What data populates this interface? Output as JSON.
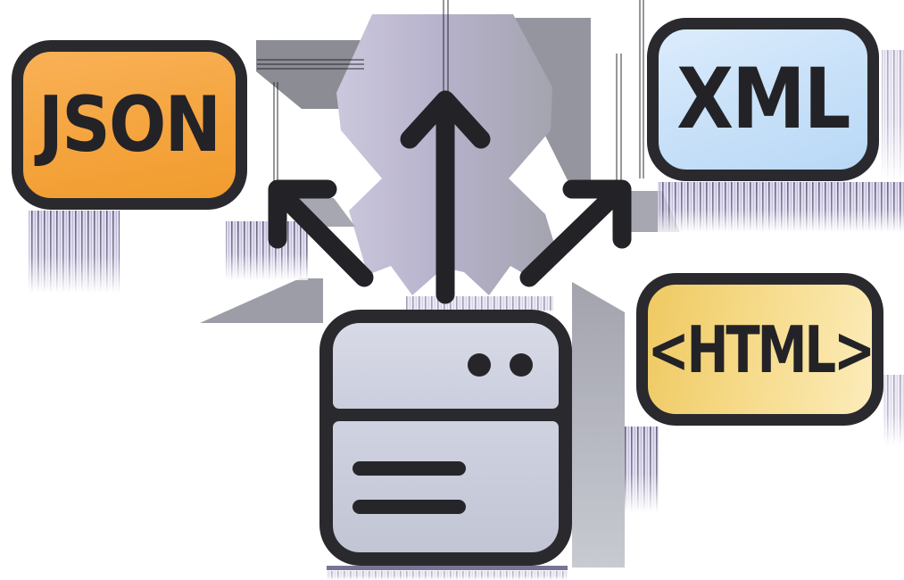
{
  "diagram": {
    "background_color": "#ffffff",
    "ink_color": "#26262a",
    "nodes": {
      "json": {
        "label": "JSON",
        "fill": "#f5a43e"
      },
      "xml": {
        "label": "XML",
        "fill": "#c8e0f8"
      },
      "html": {
        "label": "<HTML>",
        "fill": "#f5d57c"
      },
      "server": {
        "icon": "server-icon",
        "fill": "#cdd0de",
        "dots": 2,
        "lines": 2
      }
    },
    "edges": [
      {
        "from": "server",
        "direction": "up",
        "style": "black-arrow"
      },
      {
        "from": "server",
        "direction": "up-left",
        "to": "json",
        "style": "black-arrow"
      },
      {
        "from": "server",
        "direction": "up-right",
        "to": "xml",
        "style": "black-arrow"
      }
    ]
  }
}
